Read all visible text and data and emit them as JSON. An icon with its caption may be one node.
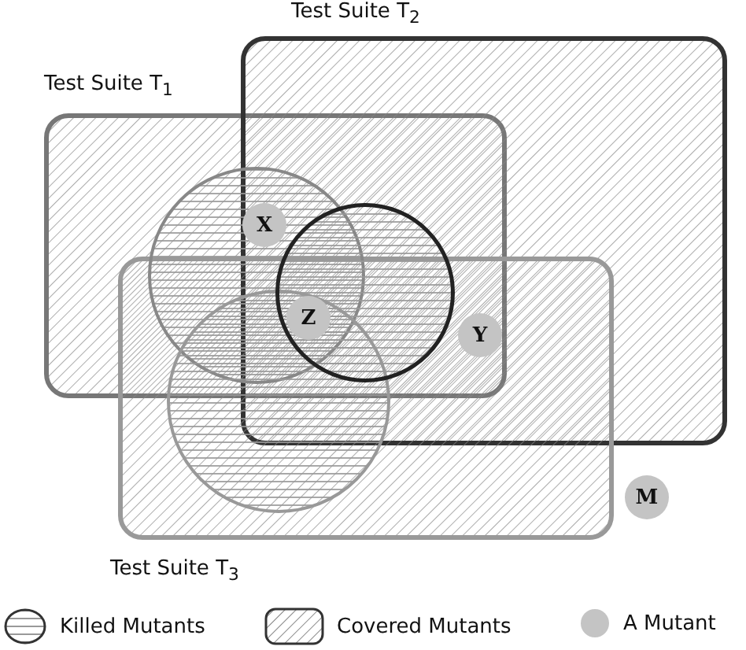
{
  "diagram": {
    "nodes": [
      {
        "text": [
          "Test Suite T$_{1}$"
        ]
      },
      {
        "text": [
          "Test Suite T$_{2}$"
        ]
      },
      {
        "text": [
          "Test Suite T$_{3}$"
        ]
      },
      {
        "text": [],
        "shape": "circle",
        "in": 0
      },
      {
        "text": [],
        "shape": "circle"
      },
      {
        "text": [],
        "shape": "circle",
        "in": 2
      },
      {
        "text": [
          "X"
        ]
      },
      {
        "text": [
          "Z"
        ]
      },
      {
        "text": [
          "Y"
        ]
      },
      {
        "text": [
          "M"
        ]
      }
    ],
    "edges": [],
    "legend": [
      {
        "text": "Killed Mutants"
      },
      {
        "text": "Covered Mutants"
      },
      {
        "text": "A Mutant"
      }
    ]
  }
}
